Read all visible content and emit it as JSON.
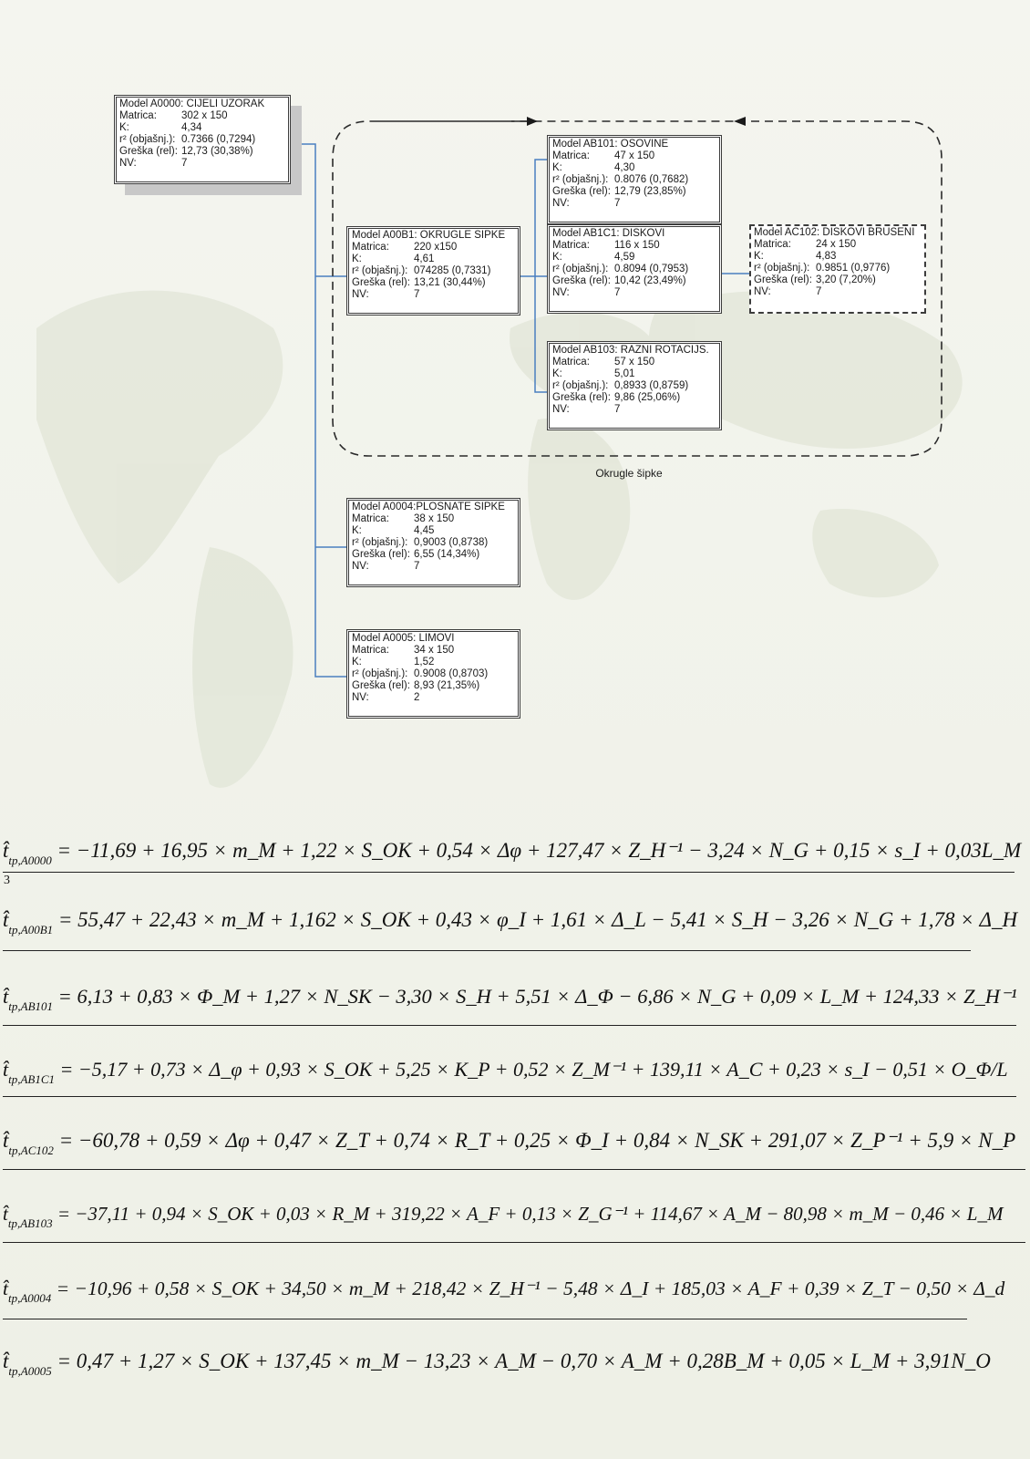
{
  "diagram": {
    "group_label": "Okrugle šipke",
    "row_labels": {
      "matrica": "Matrica:",
      "k": "K:",
      "r2": "r² (objašnj.):",
      "greska": "Greška (rel):",
      "nv": "NV:"
    },
    "models": [
      {
        "id": "A0000",
        "title": "Model A0000: CIJELI UZORAK",
        "matrica": "302 x 150",
        "k": "4,34",
        "r2": "0.7366 (0,7294)",
        "greska": "12,73 (30,38%)",
        "nv": "7"
      },
      {
        "id": "A00B1",
        "title": "Model A00B1: OKRUGLE ŠIPKE",
        "matrica": "220 x150",
        "k": "4,61",
        "r2": "074285 (0,7331)",
        "greska": "13,21 (30,44%)",
        "nv": "7"
      },
      {
        "id": "AB101",
        "title": "Model AB101: OSOVINE",
        "matrica": "47 x 150",
        "k": "4,30",
        "r2": "0.8076 (0,7682)",
        "greska": "12,79 (23,85%)",
        "nv": "7"
      },
      {
        "id": "AB1C1",
        "title": "Model AB1C1: DISKOVI",
        "matrica": "116 x 150",
        "k": "4,59",
        "r2": "0.8094 (0,7953)",
        "greska": "10,42 (23,49%)",
        "nv": "7"
      },
      {
        "id": "AC102",
        "title": "Model AC102: DISKOVI BRUŠENI",
        "matrica": "24 x 150",
        "k": "4,83",
        "r2": "0.9851 (0,9776)",
        "greska": "3,20 (7,20%)",
        "nv": "7"
      },
      {
        "id": "AB103",
        "title": "Model AB103: RAZNI ROTACIJS.",
        "matrica": "57 x 150",
        "k": "5,01",
        "r2": "0,8933 (0,8759)",
        "greska": "9,86 (25,06%)",
        "nv": "7"
      },
      {
        "id": "A0004",
        "title": "Model A0004:PLOSNATE ŠIPKE",
        "matrica": "38 x 150",
        "k": "4,45",
        "r2": "0,9003 (0,8738)",
        "greska": "6,55 (14,34%)",
        "nv": "7"
      },
      {
        "id": "A0005",
        "title": "Model A0005: LIMOVI",
        "matrica": "34 x 150",
        "k": "1,52",
        "r2": "0.9008 (0,8703)",
        "greska": "8,93 (21,35%)",
        "nv": "2"
      }
    ]
  },
  "equations": [
    {
      "lhs": "t̂",
      "sub": "tp,A0000",
      "rhs": " = −11,69 + 16,95 × m_M + 1,22 × S_OK + 0,54 × Δφ + 127,47 × Z_H⁻¹ − 3,24 × N_G + 0,15 × s_I + 0,03L_M"
    },
    {
      "lhs": "t̂",
      "sub": "tp,A00B1",
      "rhs": " = 55,47 + 22,43 × m_M + 1,162 × S_OK + 0,43 × φ_I + 1,61 × Δ_L − 5,41 × S_H − 3,26 × N_G + 1,78 × Δ_H"
    },
    {
      "lhs": "t̂",
      "sub": "tp,AB101",
      "rhs": " = 6,13 + 0,83 × Φ_M + 1,27 × N_SK − 3,30 × S_H + 5,51 × Δ_Φ − 6,86 × N_G + 0,09 × L_M + 124,33 × Z_H⁻¹"
    },
    {
      "lhs": "t̂",
      "sub": "tp,AB1C1",
      "rhs": " = −5,17 + 0,73 × Δ_φ + 0,93 × S_OK + 5,25 × K_P + 0,52 × Z_M⁻¹ + 139,11 × A_C + 0,23 × s_I − 0,51 × O_Φ/L"
    },
    {
      "lhs": "t̂",
      "sub": "tp,AC102",
      "rhs": " = −60,78 + 0,59 × Δφ + 0,47 × Z_T + 0,74 × R_T + 0,25 × Φ_I + 0,84 × N_SK + 291,07 × Z_P⁻¹ + 5,9 × N_P"
    },
    {
      "lhs": "t̂",
      "sub": "tp,AB103",
      "rhs": " = −37,11 + 0,94 × S_OK + 0,03 × R_M + 319,22 × A_F + 0,13 × Z_G⁻¹ + 114,67 × A_M − 80,98 × m_M − 0,46 × L_M"
    },
    {
      "lhs": "t̂",
      "sub": "tp,A0004",
      "rhs": " = −10,96 + 0,58 × S_OK + 34,50 × m_M + 218,42 × Z_H⁻¹ − 5,48 × Δ_I + 185,03 × A_F + 0,39 × Z_T − 0,50 × Δ_d"
    },
    {
      "lhs": "t̂",
      "sub": "tp,A0005",
      "rhs": " = 0,47 + 1,27 × S_OK + 137,45 × m_M − 13,23 × A_M − 0,70 × A_M + 0,28B_M + 0,05 × L_M + 3,91N_O"
    }
  ],
  "stray_number": "3"
}
